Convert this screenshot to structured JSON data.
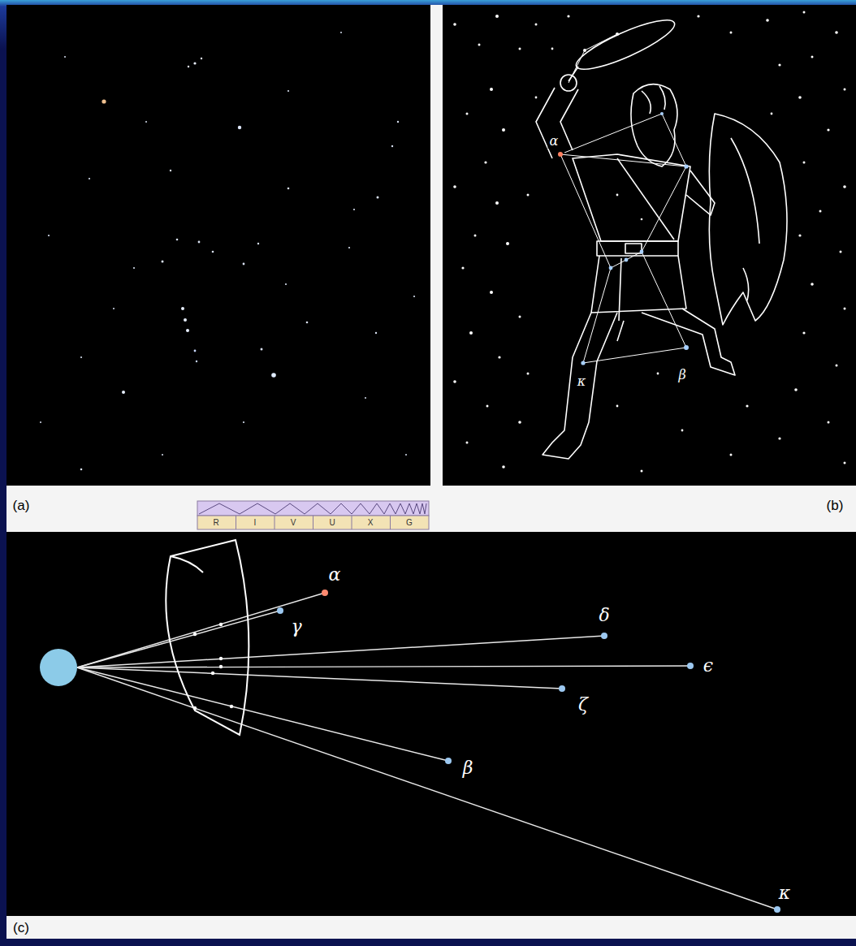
{
  "diagram": {
    "labels": [
      "(a)",
      "R",
      "I",
      "V",
      "U",
      "X",
      "G",
      "(b)",
      "α",
      "κ",
      "β",
      "(c)",
      "α",
      "γ",
      "δ",
      "ϵ",
      "ζ",
      "β",
      "κ"
    ]
  }
}
